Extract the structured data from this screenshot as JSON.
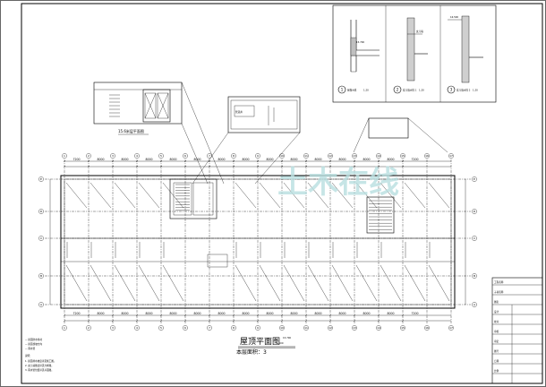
{
  "drawing": {
    "main_title": "屋顶平面图",
    "main_scale": "1:100",
    "main_level": "15.700",
    "area_label": "本层面积：",
    "area_value": "3",
    "partial_title": "15.6米层平面图",
    "watermark": "土木在线",
    "grid_columns": [
      "1",
      "2",
      "3",
      "4",
      "5",
      "6",
      "7",
      "8",
      "9",
      "10",
      "11",
      "12",
      "13",
      "14",
      "15",
      "16",
      "17"
    ],
    "grid_rows": [
      "A",
      "B",
      "C",
      "D",
      "E"
    ],
    "dims_top": [
      "7200",
      "8000",
      "8000",
      "8000",
      "8000",
      "8000",
      "8000",
      "8000",
      "8000",
      "8000",
      "8000",
      "8000",
      "8000",
      "8000",
      "7200"
    ],
    "details": [
      {
        "num": "1",
        "label": "屋面大样",
        "scale": "1:20"
      },
      {
        "num": "2",
        "label": "女儿墙大样 1",
        "scale": "1:20"
      },
      {
        "num": "3",
        "label": "女儿墙大样 2",
        "scale": "1:20"
      }
    ],
    "legend": [
      "— 屋面防水卷材",
      "— 屋面找坡方向",
      "— 雨水管"
    ],
    "notes_title": "说明：",
    "notes": [
      "1. 屋面排水坡度详见施工图。",
      "2. 女儿墙做法详见大样图。",
      "3. 雨水管位置详见平面图。"
    ],
    "title_block": {
      "rows": [
        "工程名称",
        "子项名称",
        "图名",
        "设计",
        "校对",
        "审核",
        "审定",
        "图号",
        "日期",
        "比例"
      ]
    }
  }
}
